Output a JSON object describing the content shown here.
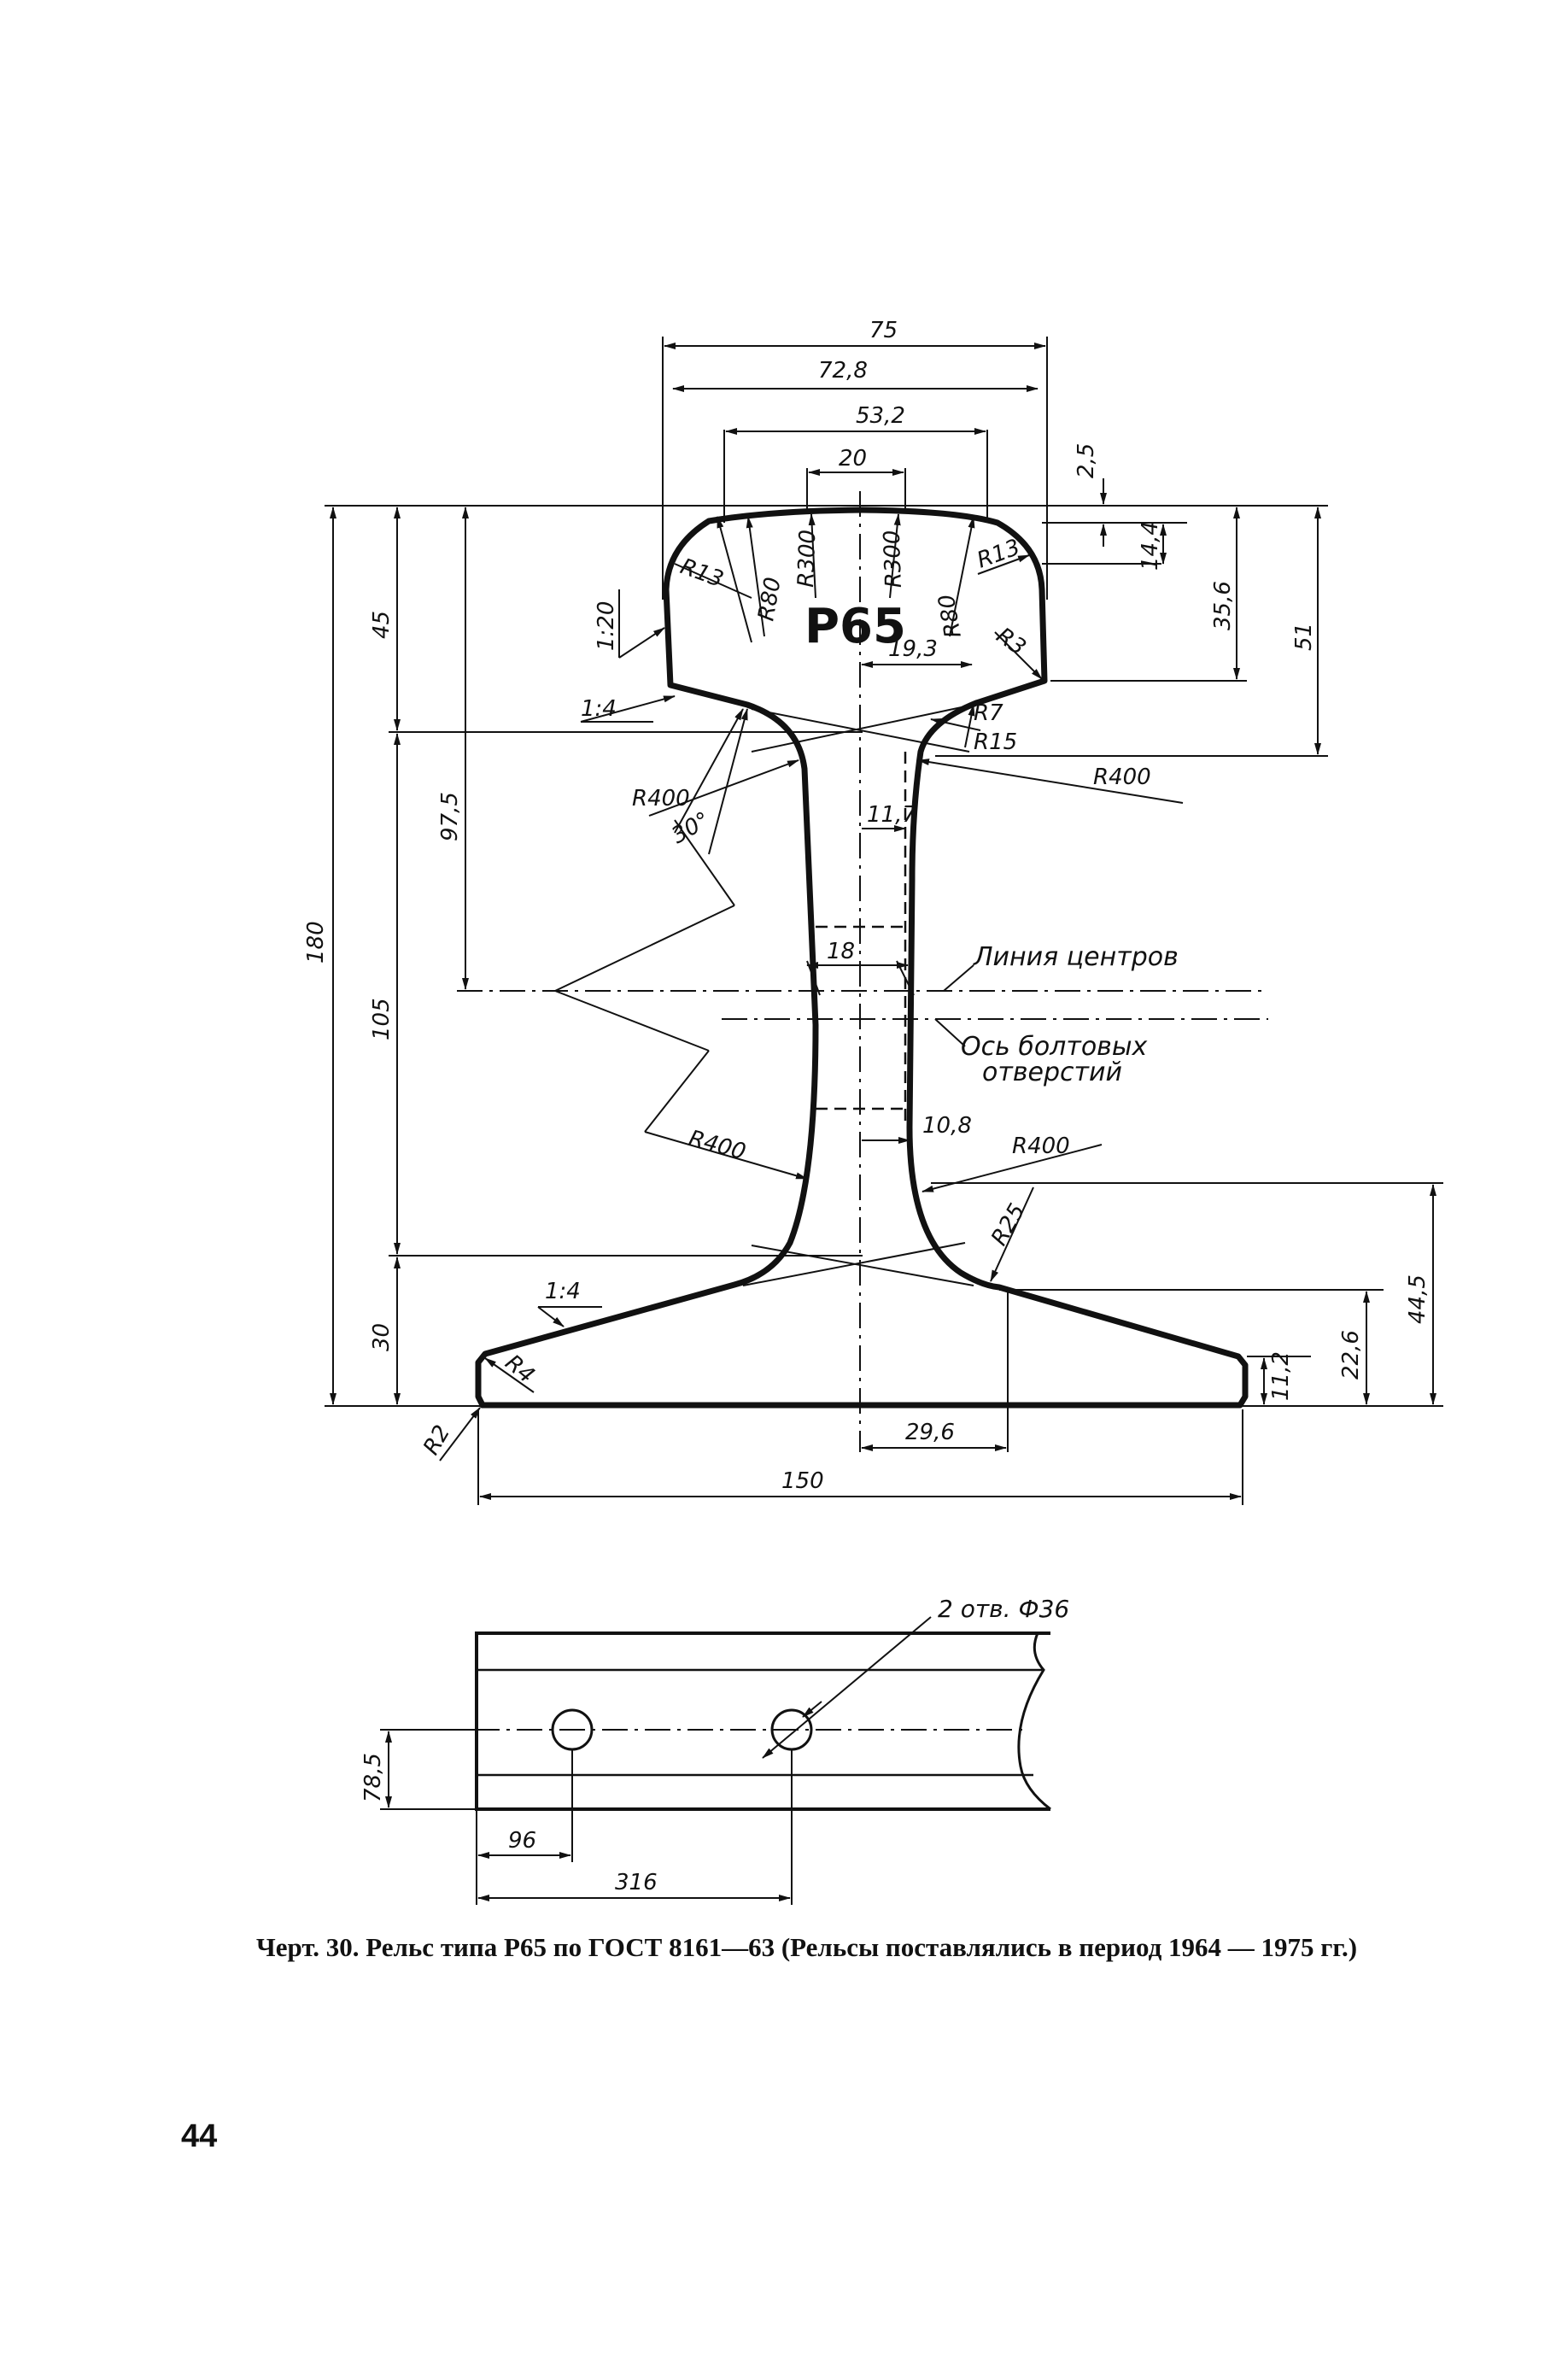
{
  "profile_label": "Р65",
  "dimensions": {
    "head_width_75": "75",
    "head_width_72_8": "72,8",
    "head_top_53_2": "53,2",
    "head_crown_20": "20",
    "head_depth_2_5": "2,5",
    "head_14_4": "14,4",
    "head_35_6": "35,6",
    "head_51": "51",
    "height_180": "180",
    "head_45": "45",
    "web_105": "105",
    "foot_30": "30",
    "center_97_5": "97,5",
    "slope_1_20": "1:20",
    "slope_1_4_top": "1:4",
    "slope_1_4_bottom": "1:4",
    "r13_left": "R13",
    "r13_right": "R13",
    "r80_left": "R80",
    "r80_right": "R80",
    "r300_left": "R300",
    "r300_right": "R300",
    "r3": "R3",
    "r7": "R7",
    "r15": "R15",
    "r400_upper_left": "R400",
    "r400_upper_right": "R400",
    "r400_lower_left": "R400",
    "r400_lower_right": "R400",
    "r25": "R25",
    "r4": "R4",
    "r2": "R2",
    "angle_30": "30°",
    "head_offset_19_3": "19,3",
    "web_11_7": "11,7",
    "web_18": "18",
    "web_10_8": "10,8",
    "foot_offset_29_6": "29,6",
    "foot_width_150": "150",
    "foot_11_2": "11,2",
    "foot_22_6": "22,6",
    "foot_44_5": "44,5"
  },
  "notes": {
    "center_line": "Линия центров",
    "bolt_axis_line1": "Ось болтовых",
    "bolt_axis_line2": "отверстий"
  },
  "side_view": {
    "holes_label": "2 отв. Ф36",
    "hole_height": "78,5",
    "hole_first": "96",
    "hole_spacing": "316"
  },
  "caption": "Черт. 30. Рельс типа Р65 по ГОСТ 8161—63 (Рельсы поставлялись в период 1964 — 1975 гг.)",
  "page_number": "44"
}
